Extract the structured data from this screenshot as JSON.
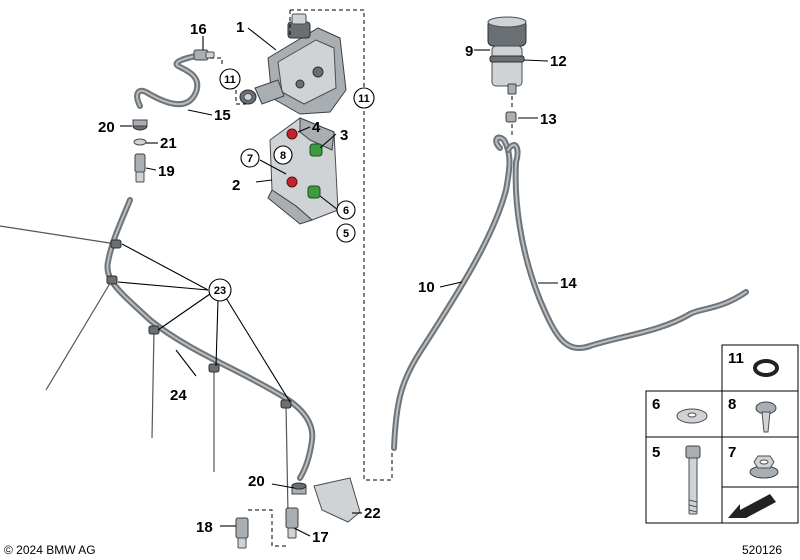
{
  "callouts": {
    "n1": "1",
    "n2": "2",
    "n3": "3",
    "n4": "4",
    "n5": "5",
    "n6": "6",
    "n7": "7",
    "n8": "8",
    "n9": "9",
    "n10": "10",
    "n11": "11",
    "n12": "12",
    "n13": "13",
    "n14": "14",
    "n15": "15",
    "n16": "16",
    "n17": "17",
    "n18": "18",
    "n19": "19",
    "n20": "20",
    "n21": "21",
    "n22": "22",
    "n23": "23",
    "n24": "24"
  },
  "legend": {
    "n11": "11",
    "n6": "6",
    "n8": "8",
    "n5": "5",
    "n7": "7"
  },
  "footer": {
    "copyright": "© 2024 BMW AG",
    "diagram_number": "520126"
  }
}
